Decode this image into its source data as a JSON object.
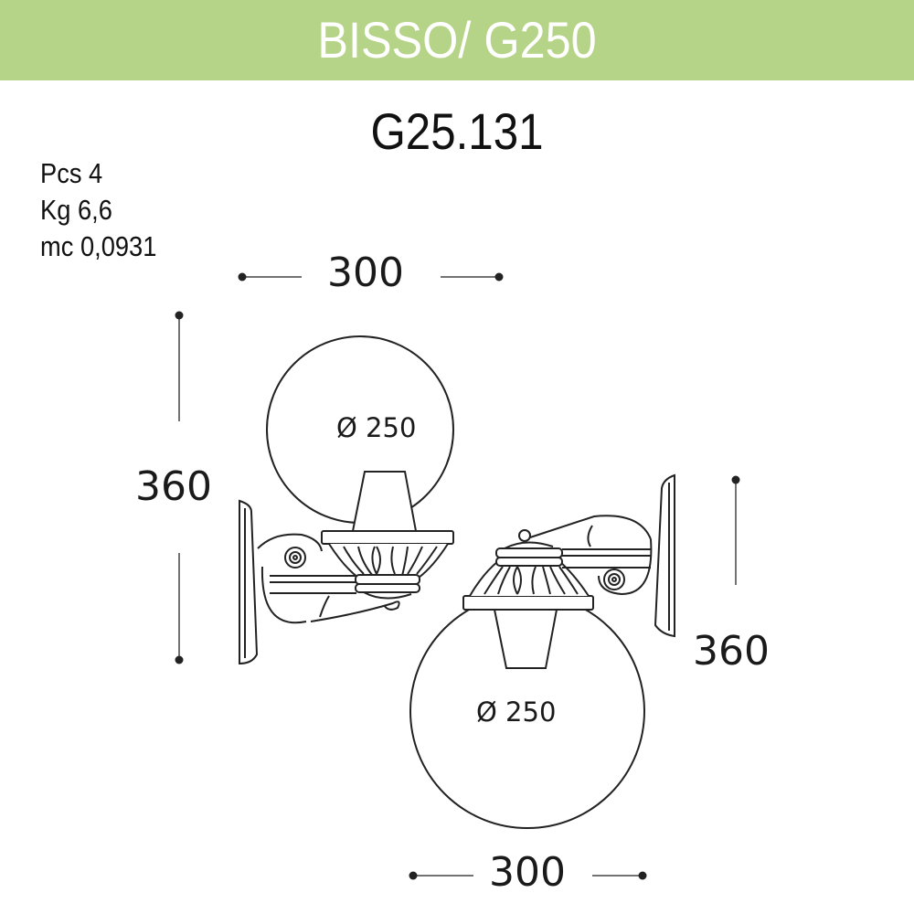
{
  "header": {
    "title": "BISSO/ G250",
    "banner_color": "#b5d487"
  },
  "product": {
    "code": "G25.131"
  },
  "specs": {
    "pcs": "Pcs 4",
    "weight": "Kg 6,6",
    "volume": "mc 0,0931"
  },
  "view_up": {
    "width_label": "300",
    "height_label": "360",
    "globe_label": "Ø 250"
  },
  "view_down": {
    "width_label": "300",
    "height_label": "360",
    "globe_label": "Ø 250"
  }
}
